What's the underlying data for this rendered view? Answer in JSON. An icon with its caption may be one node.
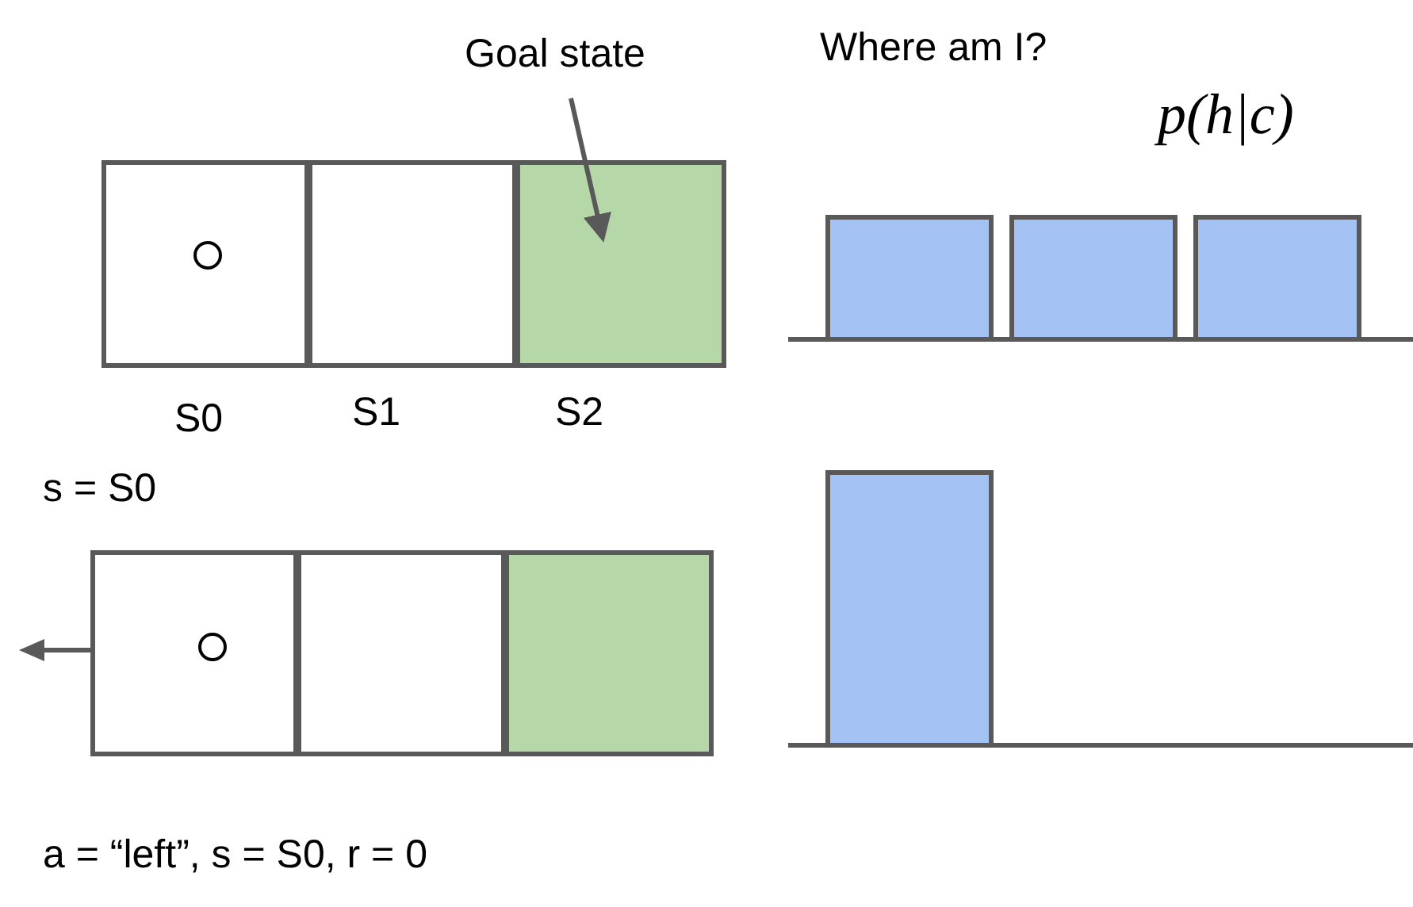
{
  "diagram": {
    "nodes": [
      {
        "text": [
          "Goal state"
        ]
      },
      {
        "text": [],
        "shape": "box",
        "beside": [
          "S0"
        ]
      },
      {
        "text": [],
        "shape": "circle",
        "in": 1
      },
      {
        "text": [],
        "shape": "box",
        "beside": [
          "S1"
        ]
      },
      {
        "text": [],
        "shape": "box",
        "beside": [
          "S2"
        ]
      },
      {
        "text": [],
        "shape": "box"
      },
      {
        "text": [],
        "shape": "circle",
        "in": 5
      },
      {
        "text": [],
        "shape": "box"
      },
      {
        "text": [],
        "shape": "box"
      }
    ],
    "edges": [
      {
        "from": 0,
        "to": 4,
        "arrow": "to"
      }
    ],
    "labels": [
      "Where am I?",
      "p(h|c)",
      "s = S0",
      "a = “left”, s = S0, r = 0"
    ]
  }
}
